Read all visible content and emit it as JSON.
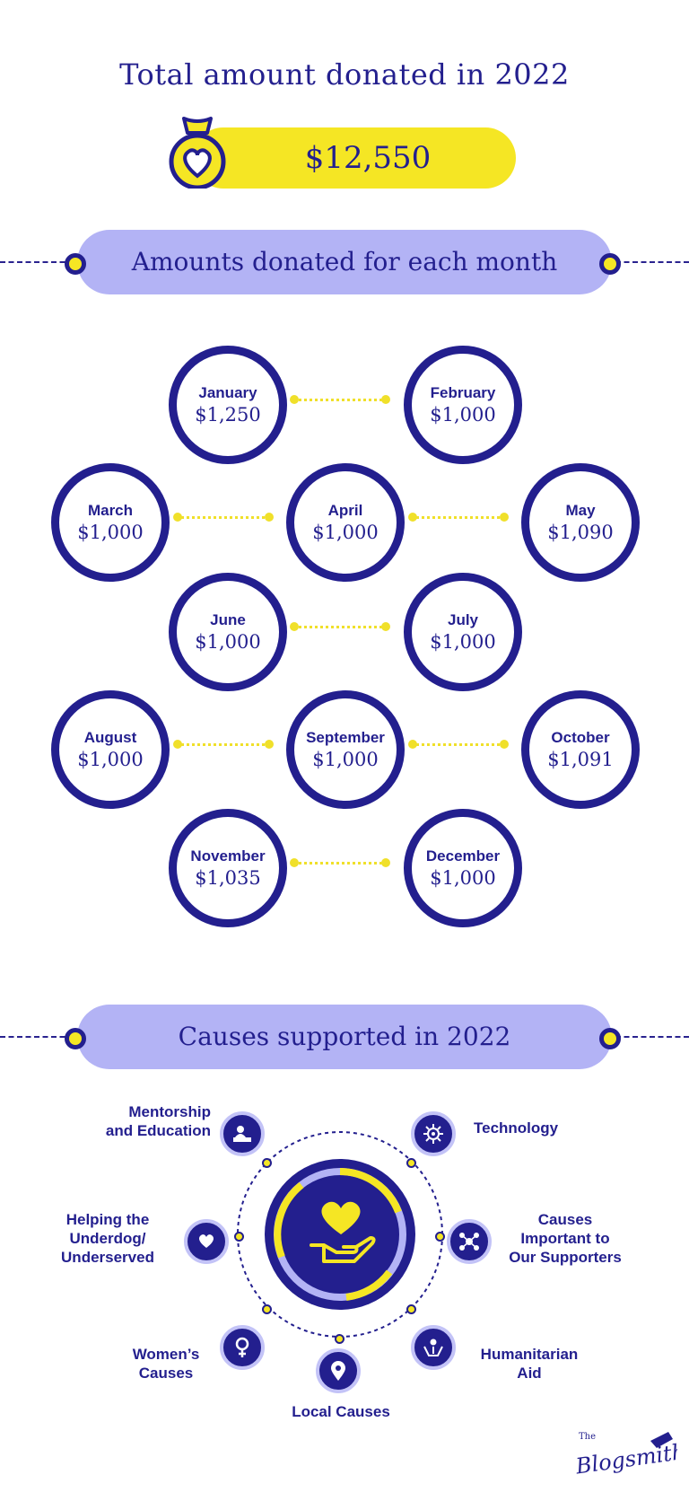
{
  "header": {
    "title": "Total amount donated in 2022",
    "total_amount": "$12,550"
  },
  "months_section": {
    "title": "Amounts donated for each month",
    "months": [
      {
        "name": "January",
        "amount": "$1,250"
      },
      {
        "name": "February",
        "amount": "$1,000"
      },
      {
        "name": "March",
        "amount": "$1,000"
      },
      {
        "name": "April",
        "amount": "$1,000"
      },
      {
        "name": "May",
        "amount": "$1,090"
      },
      {
        "name": "June",
        "amount": "$1,000"
      },
      {
        "name": "July",
        "amount": "$1,000"
      },
      {
        "name": "August",
        "amount": "$1,000"
      },
      {
        "name": "September",
        "amount": "$1,000"
      },
      {
        "name": "October",
        "amount": "$1,091"
      },
      {
        "name": "November",
        "amount": "$1,035"
      },
      {
        "name": "December",
        "amount": "$1,000"
      }
    ]
  },
  "causes_section": {
    "title": "Causes supported in 2022",
    "causes": [
      {
        "label": "Mentorship\nand Education",
        "icon": "education-icon"
      },
      {
        "label": "Technology",
        "icon": "technology-icon"
      },
      {
        "label": "Helping the\nUnderdog/\nUnderserved",
        "icon": "heart-hands-icon"
      },
      {
        "label": "Causes\nImportant to\nOur Supporters",
        "icon": "network-icon"
      },
      {
        "label": "Women’s\nCauses",
        "icon": "female-symbol-icon"
      },
      {
        "label": "Humanitarian\nAid",
        "icon": "helping-hands-icon"
      },
      {
        "label": "Local Causes",
        "icon": "location-pin-icon"
      }
    ]
  },
  "colors": {
    "navy": "#231f8e",
    "yellow": "#f5e624",
    "lavender": "#b3b3f5"
  },
  "logo": {
    "text": "The Blogsmith"
  }
}
